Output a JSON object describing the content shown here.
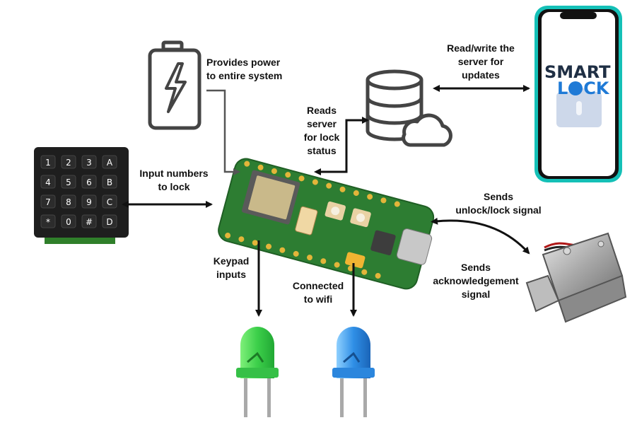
{
  "labels": {
    "power": "Provides power\nto entire system",
    "server_rw": "Read/write the\nserver for\nupdates",
    "reads_server": "Reads\nserver\nfor lock\nstatus",
    "input_numbers": "Input numbers\nto lock",
    "unlock_signal": "Sends\nunlock/lock signal",
    "ack_signal": "Sends\nacknowledgement\nsignal",
    "keypad_inputs": "Keypad\ninputs",
    "wifi": "Connected\nto wifi"
  },
  "phone_logo": {
    "line1": "SMART",
    "line2a": "L",
    "line2b": "CK"
  },
  "keypad_keys": [
    "1",
    "2",
    "3",
    "A",
    "4",
    "5",
    "6",
    "B",
    "7",
    "8",
    "9",
    "C",
    "*",
    "0",
    "#",
    "D"
  ],
  "colors": {
    "arrow": "#111111",
    "gray_arrow": "#555555",
    "board": "#2d7d32",
    "led_green": "#3ccf4a",
    "led_blue": "#2f8fe6",
    "phone_frame": "#14c0b7",
    "logo_dark": "#1f2f44",
    "logo_blue": "#1f7ad6"
  }
}
